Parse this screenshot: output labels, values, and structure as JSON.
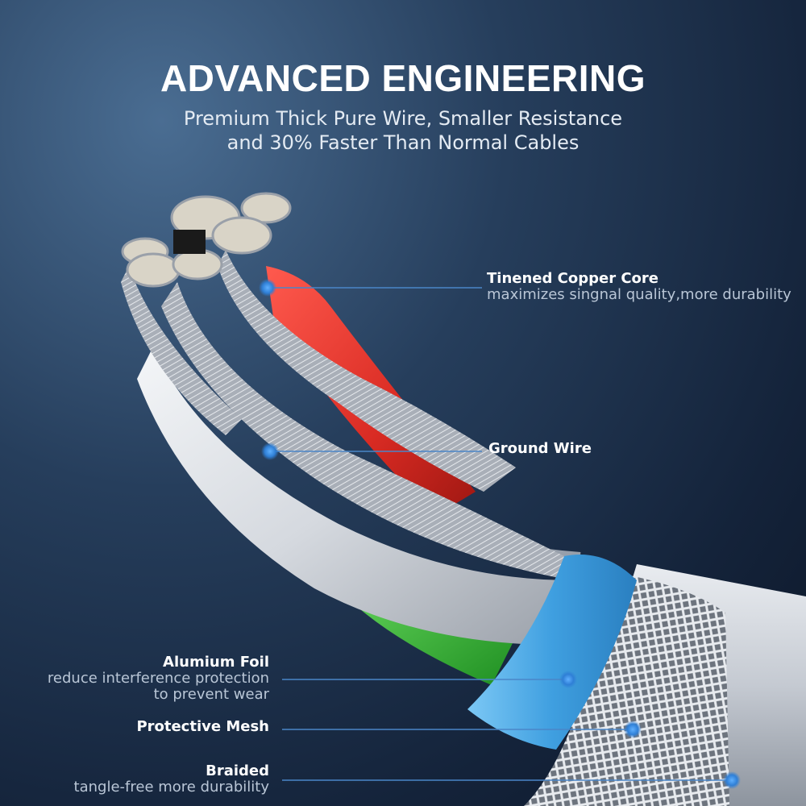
{
  "header": {
    "title": "ADVANCED ENGINEERING",
    "subtitle_line1": "Premium Thick Pure Wire, Smaller Resistance",
    "subtitle_line2": "and 30% Faster Than Normal Cables"
  },
  "callouts": {
    "copper_core": {
      "title": "Tinened Copper Core",
      "desc": "maximizes singnal quality,more durability"
    },
    "ground_wire": {
      "title": "Ground Wire"
    },
    "foil": {
      "title": "Alumium Foil",
      "desc_line1": "reduce interference protection",
      "desc_line2": "to prevent wear"
    },
    "mesh": {
      "title": "Protective Mesh"
    },
    "braided": {
      "title": "Braided",
      "desc": "tangle-free more durability"
    }
  },
  "colors": {
    "red_wire": "#e0322b",
    "green_wire": "#3fbf3a",
    "white_wire": "#d9dde3",
    "blue_sleeve": "#4aa8e6",
    "callout_line": "#4a86c8"
  }
}
